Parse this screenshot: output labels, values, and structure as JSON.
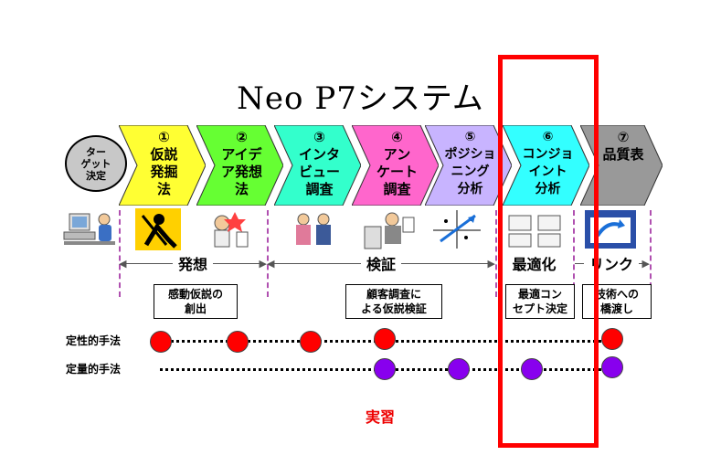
{
  "title": "Neo P7システム",
  "target": "ター\nゲット\n決定",
  "steps": [
    {
      "number": "①",
      "label": "仮説\n発掘\n法",
      "color": "#ffff33"
    },
    {
      "number": "②",
      "label": "アイデ\nア発想\n法",
      "color": "#66ff33"
    },
    {
      "number": "③",
      "label": "インタ\nビュー\n調査",
      "color": "#33ffcc"
    },
    {
      "number": "④",
      "label": "アン\nケート\n調査",
      "color": "#ff66cc"
    },
    {
      "number": "⑤",
      "label": "ポジショ\nニング\n分析",
      "color": "#c8b4ff"
    },
    {
      "number": "⑥",
      "label": "コンジョ\nイント\n分析",
      "color": "#33ffff"
    },
    {
      "number": "⑦",
      "label": "品質表",
      "color": "#999999"
    }
  ],
  "phases": [
    {
      "label": "発想"
    },
    {
      "label": "検証"
    },
    {
      "label": "最適化"
    },
    {
      "label": "リンク"
    }
  ],
  "notes": [
    {
      "text": "感動仮説の\n創出"
    },
    {
      "text": "顧客調査に\nよる仮説検証"
    },
    {
      "text": "最適コン\nセプト決定"
    },
    {
      "text": "技術への\n橋渡し"
    }
  ],
  "rows": {
    "qualitative": "定性的手法",
    "quantitative": "定量的手法"
  },
  "colors": {
    "qualitative_dot": "#ff0000",
    "quantitative_dot": "#8800ee",
    "highlight": "#ff0000"
  },
  "jisshu": "実習"
}
